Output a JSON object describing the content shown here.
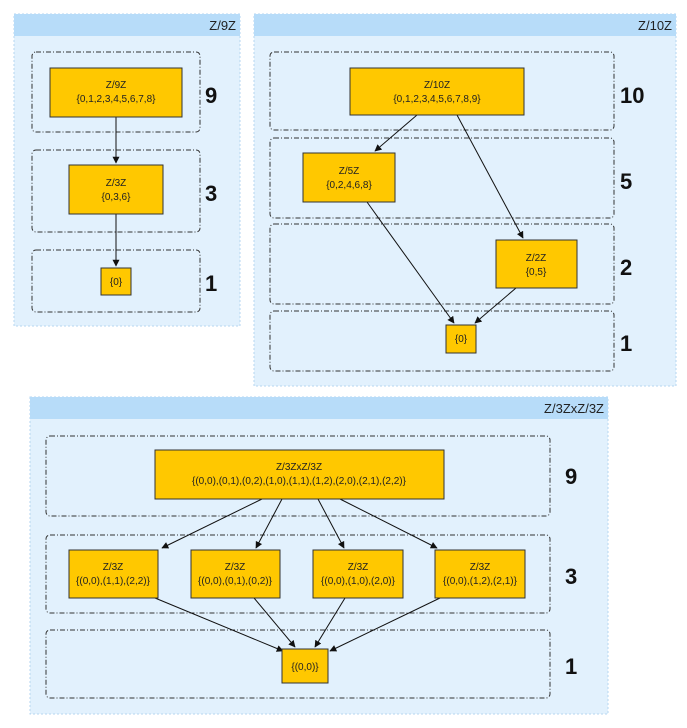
{
  "panels": [
    {
      "title": "Z/9Z",
      "levels": [
        {
          "order": "9",
          "nodes": [
            {
              "name": "Z/9Z",
              "elements": "{0,1,2,3,4,5,6,7,8}"
            }
          ]
        },
        {
          "order": "3",
          "nodes": [
            {
              "name": "Z/3Z",
              "elements": "{0,3,6}"
            }
          ]
        },
        {
          "order": "1",
          "nodes": [
            {
              "name": "",
              "elements": "{0}"
            }
          ]
        }
      ]
    },
    {
      "title": "Z/10Z",
      "levels": [
        {
          "order": "10",
          "nodes": [
            {
              "name": "Z/10Z",
              "elements": "{0,1,2,3,4,5,6,7,8,9}"
            }
          ]
        },
        {
          "order": "5",
          "nodes": [
            {
              "name": "Z/5Z",
              "elements": "{0,2,4,6,8}"
            }
          ]
        },
        {
          "order": "2",
          "nodes": [
            {
              "name": "Z/2Z",
              "elements": "{0,5}"
            }
          ]
        },
        {
          "order": "1",
          "nodes": [
            {
              "name": "",
              "elements": "{0}"
            }
          ]
        }
      ]
    },
    {
      "title": "Z/3ZxZ/3Z",
      "levels": [
        {
          "order": "9",
          "nodes": [
            {
              "name": "Z/3ZxZ/3Z",
              "elements": "{(0,0),(0,1),(0,2),(1,0),(1,1),(1,2),(2,0),(2,1),(2,2)}"
            }
          ]
        },
        {
          "order": "3",
          "nodes": [
            {
              "name": "Z/3Z",
              "elements": "{(0,0),(1,1),(2,2)}"
            },
            {
              "name": "Z/3Z",
              "elements": "{(0,0),(0,1),(0,2)}"
            },
            {
              "name": "Z/3Z",
              "elements": "{(0,0),(1,0),(2,0)}"
            },
            {
              "name": "Z/3Z",
              "elements": "{(0,0),(1,2),(2,1)}"
            }
          ]
        },
        {
          "order": "1",
          "nodes": [
            {
              "name": "",
              "elements": "{(0,0)}"
            }
          ]
        }
      ]
    }
  ]
}
